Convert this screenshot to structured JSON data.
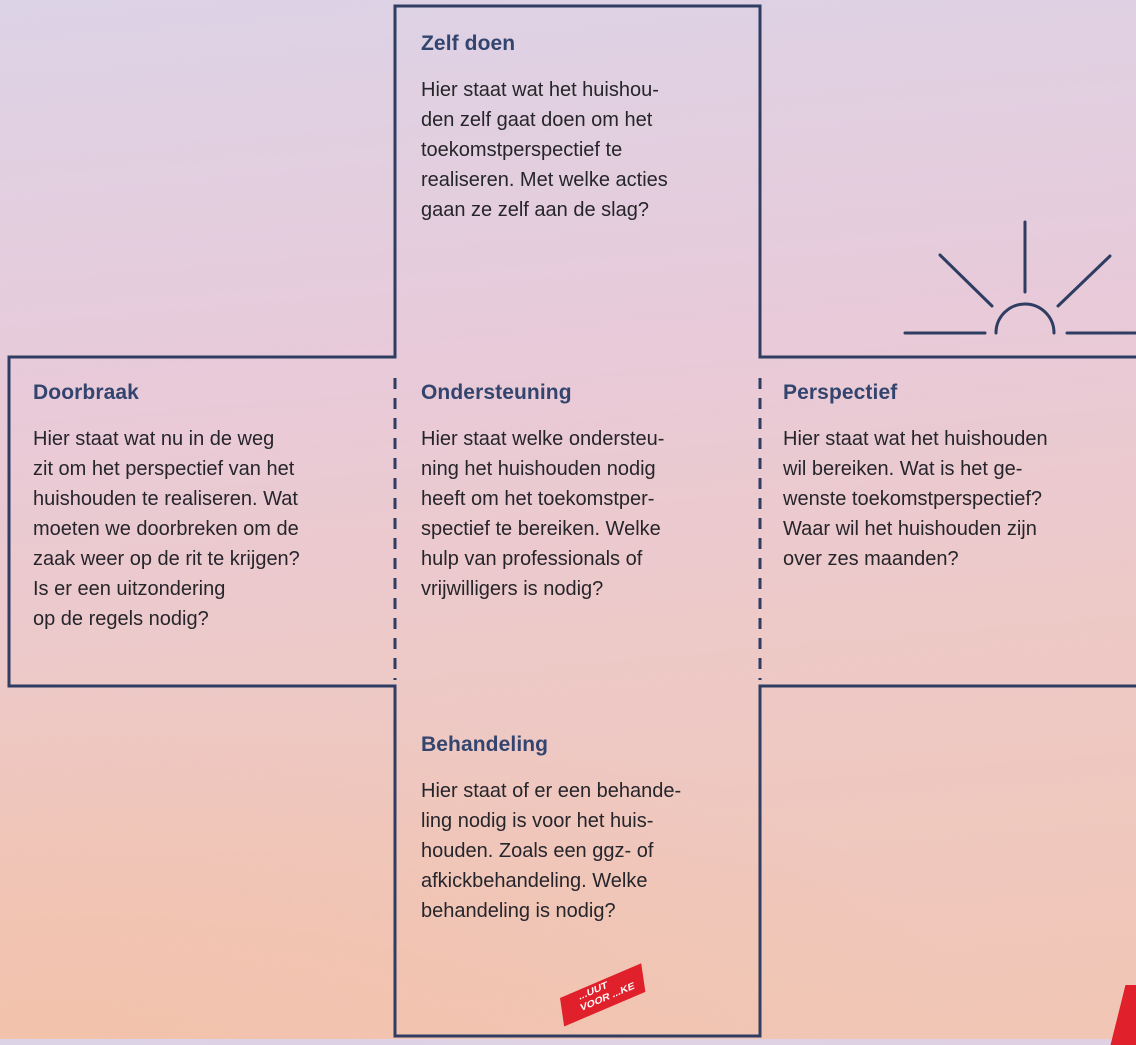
{
  "sections": {
    "zelf_doen": {
      "title": "Zelf doen",
      "body": "Hier staat wat het huishou-\nden zelf gaat doen om het\ntoekomstperspectief te\nrealiseren. Met welke acties\ngaan ze zelf aan de slag?"
    },
    "doorbraak": {
      "title": "Doorbraak",
      "body": "Hier staat wat nu in de weg\nzit om het perspectief van het\nhuishouden te realiseren. Wat\nmoeten we doorbreken om de\nzaak weer op de rit te krijgen?\nIs er een uitzondering\nop de regels nodig?"
    },
    "ondersteuning": {
      "title": "Ondersteuning",
      "body": "Hier staat welke ondersteu-\nning het huishouden nodig\nheeft om het toekomstper-\nspectief te bereiken. Welke\nhulp van professionals of\nvrijwilligers is nodig?"
    },
    "perspectief": {
      "title": "Perspectief",
      "body": "Hier staat wat het huishouden\nwil bereiken. Wat is het ge-\nwenste toekomstperspectief?\nWaar wil het huishouden zijn\nover zes maanden?"
    },
    "behandeling": {
      "title": "Behandeling",
      "body": "Hier staat of er een behande-\nling nodig is voor het huis-\nhouden. Zoals een ggz- of\nafkickbehandeling. Welke\nbehandeling is nodig?"
    }
  },
  "colors": {
    "heading": "#33456e",
    "line": "#2f3d62",
    "text": "#26252b",
    "accent_red": "#e0202a"
  },
  "icons": {
    "sunrise": "sunrise-icon"
  },
  "badge": {
    "text": "...UUT VOOR\n...KE"
  }
}
